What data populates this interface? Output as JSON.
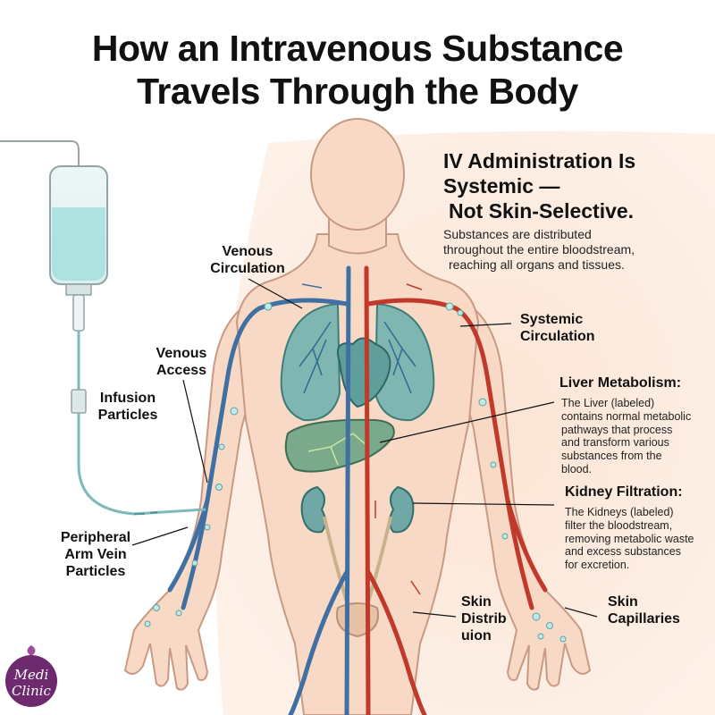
{
  "title": {
    "line1": "How an Intravenous Substance",
    "line2": "Travels Through the Body"
  },
  "labels": {
    "venous_circulation": [
      "Venous",
      "Circulation"
    ],
    "venous_access": [
      "Venous",
      "Access"
    ],
    "infusion_particles": [
      "Infusion",
      "Particles"
    ],
    "peripheral_arm_vein": [
      "Peripheral",
      "Arm Vein",
      "Particles"
    ],
    "systemic_circulation": [
      "Systemic",
      "Circulation"
    ],
    "skin_distribution": [
      "Skin",
      "Distrib",
      "uion"
    ],
    "skin_capillaries": [
      "Skin",
      "Capillaries"
    ]
  },
  "info": {
    "heading": [
      "IV Administration Is",
      "Systemic —",
      "Not Skin-Selective."
    ],
    "text": [
      "Substances are distributed",
      "throughout the entire bloodstream,",
      "reaching all organs and tissues."
    ]
  },
  "liver": {
    "title": "Liver Metabolism:",
    "text": [
      "The Liver (labeled)",
      "contains normal metabolic",
      "pathways that process",
      "and transform various",
      "substances from the",
      "blood."
    ]
  },
  "kidney": {
    "title": "Kidney Filtration:",
    "text": [
      "The Kidneys (labeled)",
      "filter the bloodstream,",
      "removing metabolic waste",
      "and excess substances",
      "for excretion."
    ]
  },
  "logo": {
    "line1": "Medi",
    "line2": "Clinic"
  },
  "colors": {
    "skin": "#f7d9c6",
    "skin_outline": "#c99a83",
    "background_glow": "#fbe6d8",
    "vein": "#3f6fa3",
    "artery": "#c0392b",
    "organ": "#6fa8a6",
    "liver": "#7aa98c",
    "iv_fluid": "#a8e0de",
    "logo": "#6d2a6e"
  }
}
